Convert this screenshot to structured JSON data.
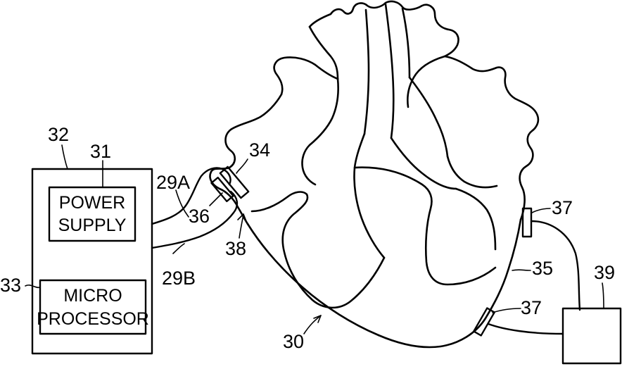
{
  "labels": {
    "l32": "32",
    "l31": "31",
    "l33": "33",
    "l29a": "29A",
    "l29b": "29B",
    "l34": "34",
    "l36": "36",
    "l38": "38",
    "l30": "30",
    "l37a": "37",
    "l37b": "37",
    "l35": "35",
    "l39": "39"
  },
  "power_supply": {
    "line1": "POWER",
    "line2": "SUPPLY"
  },
  "microprocessor": {
    "line1": "MICRO",
    "line2": "PROCESSOR"
  }
}
